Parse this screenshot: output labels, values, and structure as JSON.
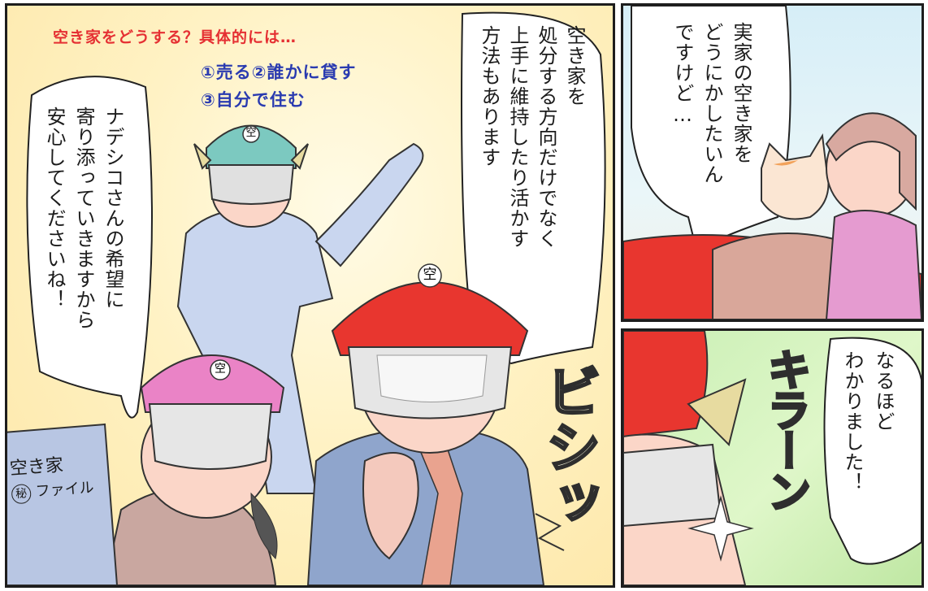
{
  "panel_main": {
    "caption_top": "空き家をどうする？具体的には…",
    "caption_options_line1": "①売る②誰かに貸す",
    "caption_options_line2": "③自分で住む",
    "bubble_right_lines": [
      "空き家を",
      "処分する方向だけでなく",
      "上手に維持したり活かす",
      "方法もあります"
    ],
    "bubble_left_lines": [
      "ナデシコさんの希望に",
      "寄り添っていきますから",
      "安心してくださいね！"
    ],
    "file_label_line1": "空き家",
    "file_label_line2": "ファイル",
    "file_stamp": "秘",
    "helmet_mark": "空",
    "sfx_pose": "ビシッ"
  },
  "panel_top_right": {
    "bubble_lines": [
      "実家の空き家を",
      "どうにかしたいん",
      "ですけど…"
    ]
  },
  "panel_bottom_right": {
    "bubble_lines": [
      "なるほど",
      "わかりました！"
    ],
    "sfx_shine": "キラーン"
  }
}
